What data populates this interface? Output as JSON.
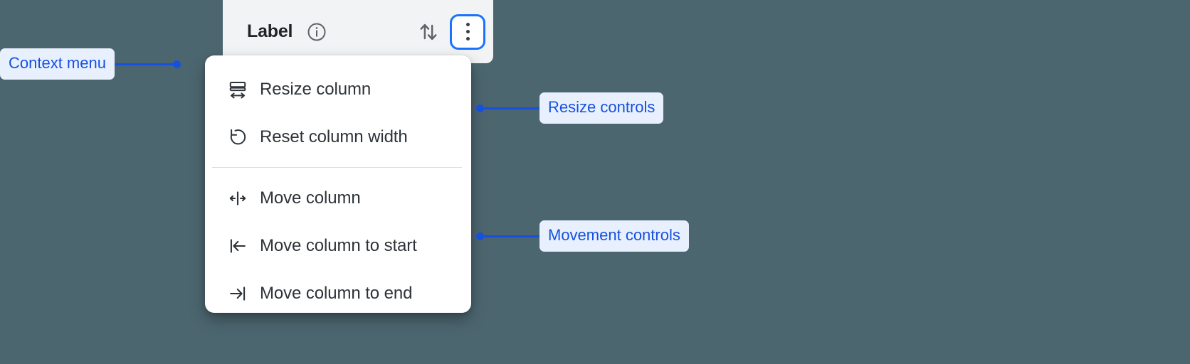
{
  "background_color": "#4c6670",
  "accent_color": "#1550e0",
  "focus_ring_color": "#1a73ff",
  "column_header": {
    "title": "Label",
    "background_color": "#f1f3f4",
    "info_icon": "info-circle-icon",
    "sort_icon": "sort-up-down-icon",
    "kebab_icon": "more-vertical-icon",
    "kebab_focused": true
  },
  "context_menu": {
    "groups": [
      {
        "name": "resize-controls",
        "items": [
          {
            "icon": "resize-column-icon",
            "label": "Resize column"
          },
          {
            "icon": "reset-width-icon",
            "label": "Reset column width"
          }
        ]
      },
      {
        "name": "movement-controls",
        "items": [
          {
            "icon": "move-column-icon",
            "label": "Move column"
          },
          {
            "icon": "move-to-start-icon",
            "label": "Move column to start"
          },
          {
            "icon": "move-to-end-icon",
            "label": "Move column to end"
          }
        ]
      }
    ]
  },
  "annotations": [
    {
      "id": "context-menu",
      "label": "Context menu",
      "side": "left"
    },
    {
      "id": "resize-controls",
      "label": "Resize controls",
      "side": "right"
    },
    {
      "id": "movement-controls",
      "label": "Movement controls",
      "side": "right"
    }
  ]
}
